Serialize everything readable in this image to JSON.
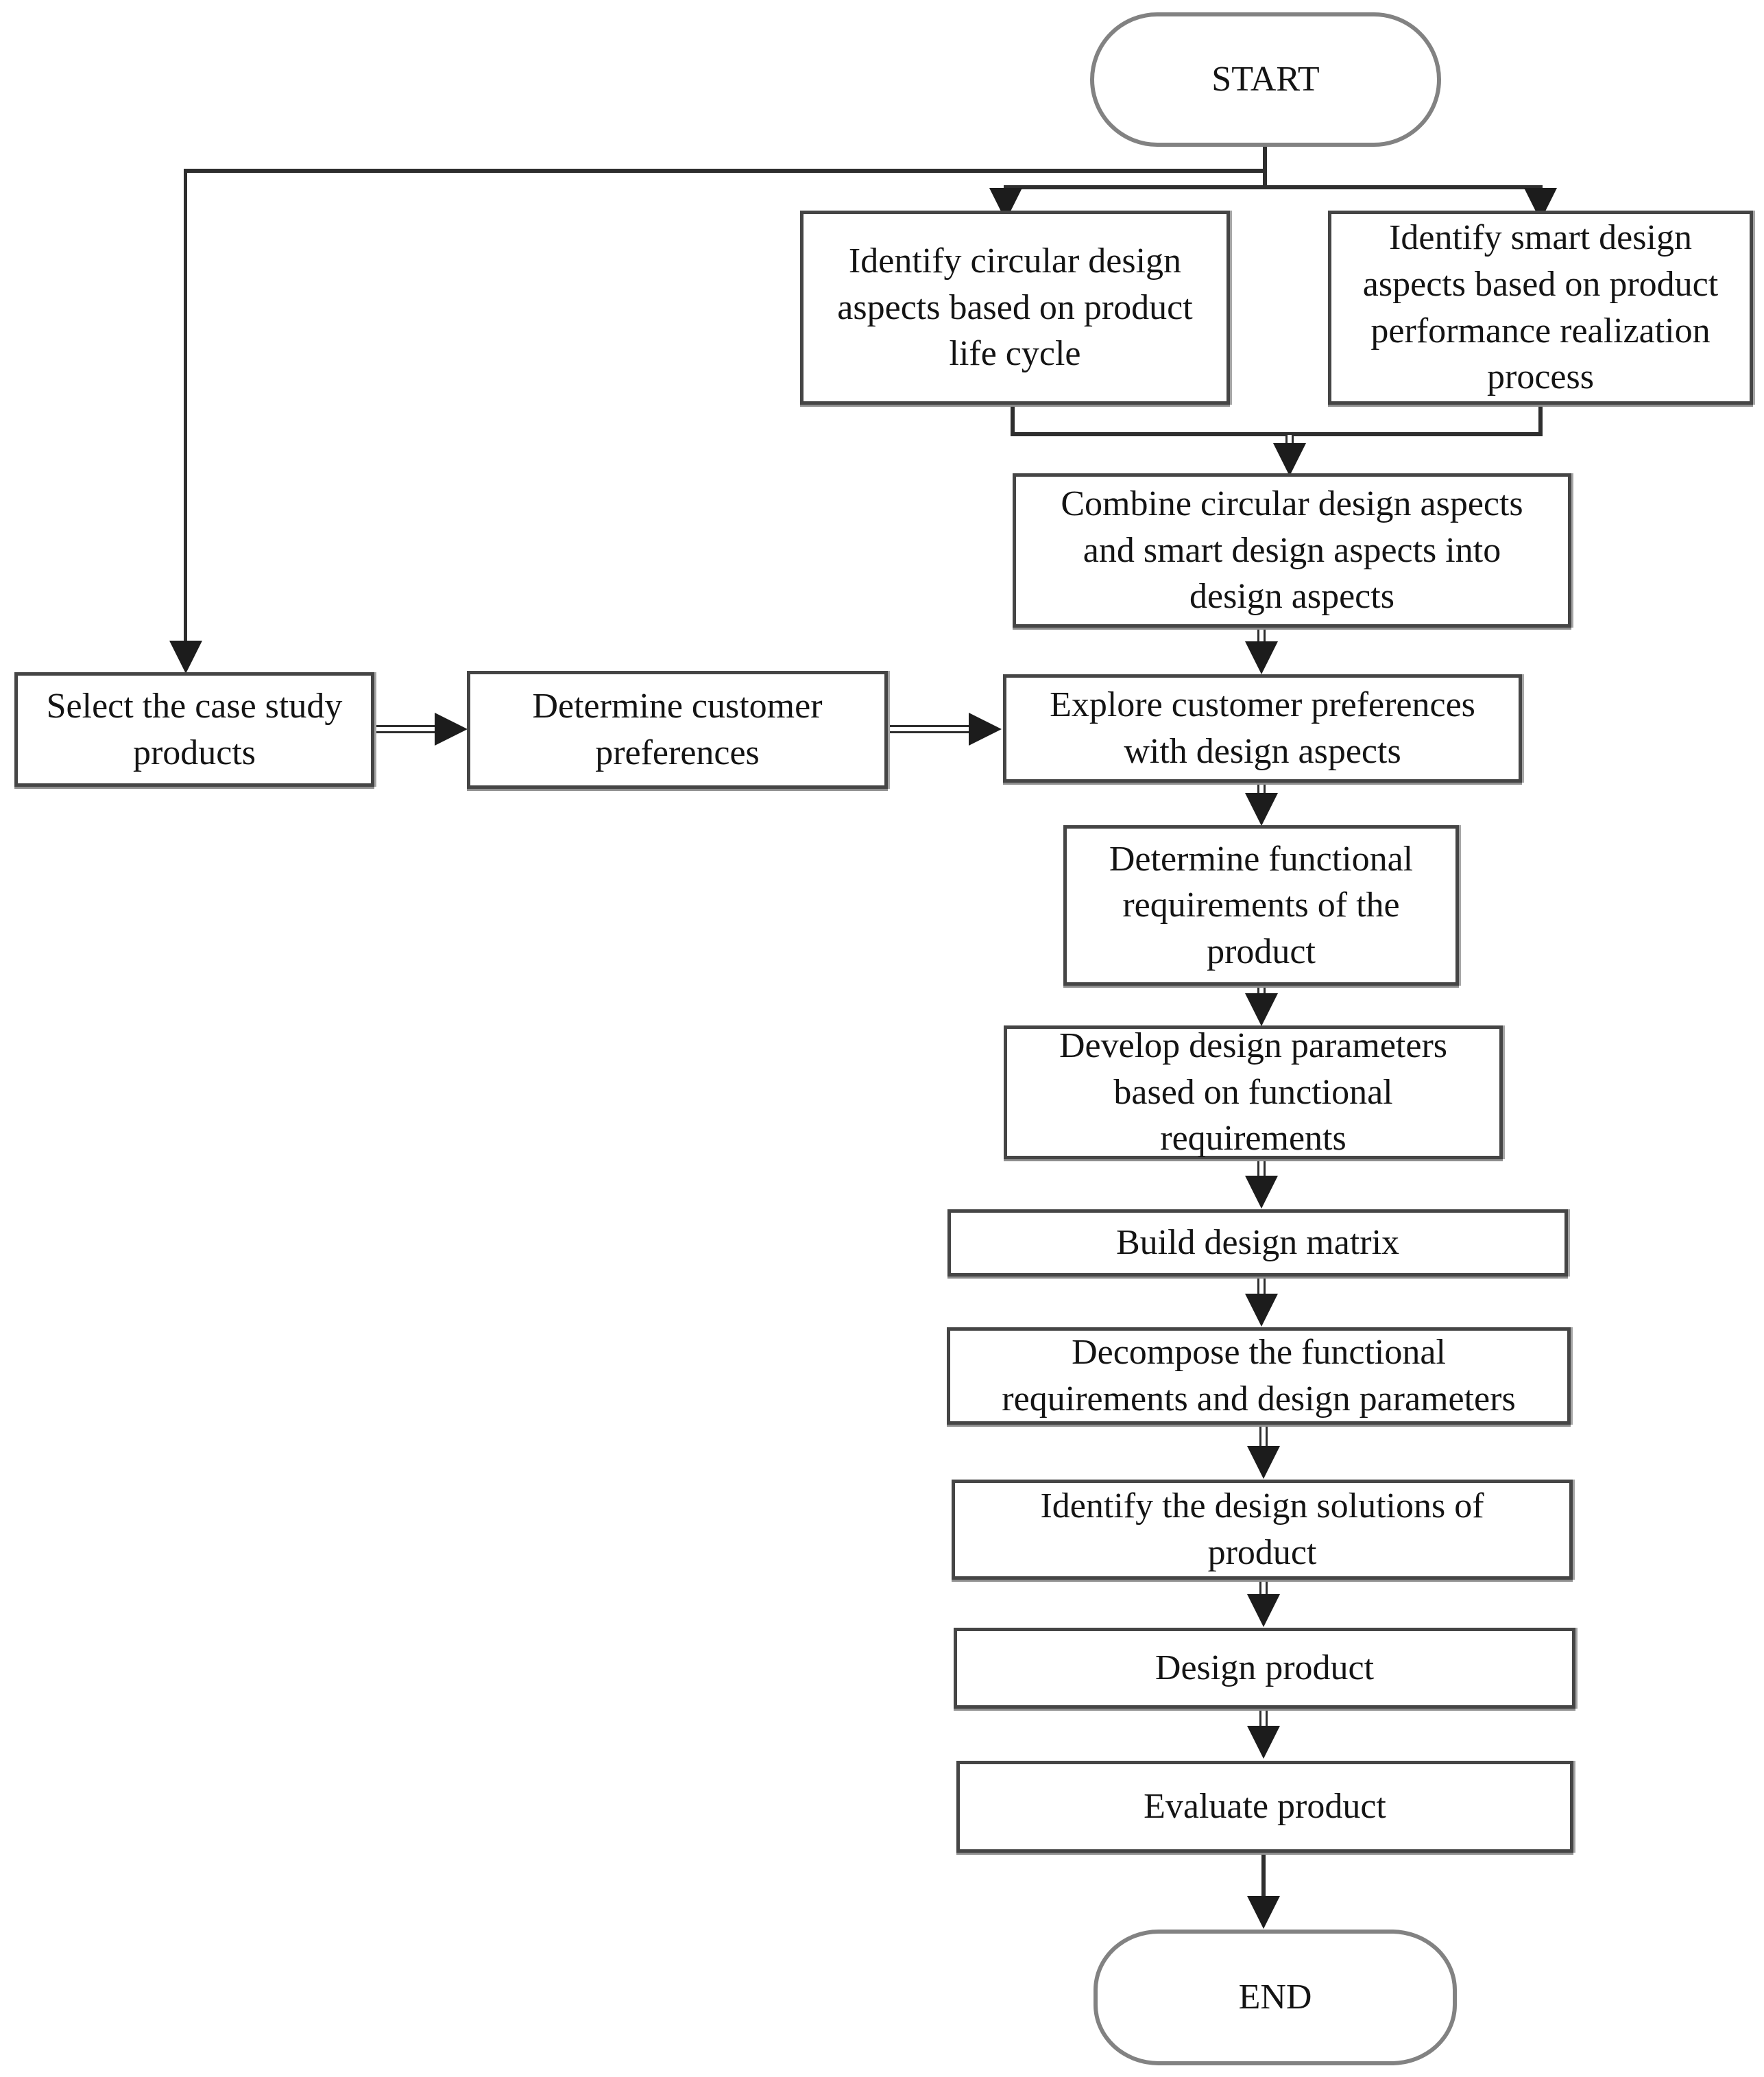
{
  "diagram": {
    "type": "flowchart",
    "background": "#ffffff",
    "colors": {
      "line": "#2e2e2e",
      "arrowhead": "#1c1c1c",
      "process_border": "#454545",
      "terminator_border": "#828282",
      "text": "#141414"
    },
    "nodes": {
      "start": {
        "label": "START",
        "shape": "terminator"
      },
      "identify_circular": {
        "label": "Identify circular design\naspects based on product\nlife cycle",
        "shape": "process"
      },
      "identify_smart": {
        "label": "Identify smart design\naspects based on product\nperformance realization\nprocess",
        "shape": "process"
      },
      "combine": {
        "label": "Combine circular design aspects\nand smart design aspects into\ndesign aspects",
        "shape": "process"
      },
      "select_case": {
        "label": "Select the case study\nproducts",
        "shape": "process"
      },
      "determine_customer": {
        "label": "Determine customer\npreferences",
        "shape": "process"
      },
      "explore": {
        "label": "Explore customer preferences\nwith design aspects",
        "shape": "process"
      },
      "functional_req": {
        "label": "Determine functional\nrequirements of the\nproduct",
        "shape": "process"
      },
      "develop_dp": {
        "label": "Develop design parameters\nbased on functional\nrequirements",
        "shape": "process"
      },
      "build_matrix": {
        "label": "Build design matrix",
        "shape": "process"
      },
      "decompose": {
        "label": "Decompose the functional\nrequirements and design parameters",
        "shape": "process"
      },
      "identify_solutions": {
        "label": "Identify the design solutions of\nproduct",
        "shape": "process"
      },
      "design_product": {
        "label": "Design product",
        "shape": "process"
      },
      "evaluate_product": {
        "label": "Evaluate product",
        "shape": "process"
      },
      "end": {
        "label": "END",
        "shape": "terminator"
      }
    },
    "edges": [
      {
        "from": "start",
        "to": "identify_circular"
      },
      {
        "from": "start",
        "to": "identify_smart"
      },
      {
        "from": "start",
        "to": "select_case"
      },
      {
        "from": "identify_circular",
        "to": "combine"
      },
      {
        "from": "identify_smart",
        "to": "combine"
      },
      {
        "from": "combine",
        "to": "explore"
      },
      {
        "from": "select_case",
        "to": "determine_customer"
      },
      {
        "from": "determine_customer",
        "to": "explore"
      },
      {
        "from": "explore",
        "to": "functional_req"
      },
      {
        "from": "functional_req",
        "to": "develop_dp"
      },
      {
        "from": "develop_dp",
        "to": "build_matrix"
      },
      {
        "from": "build_matrix",
        "to": "decompose"
      },
      {
        "from": "decompose",
        "to": "identify_solutions"
      },
      {
        "from": "identify_solutions",
        "to": "design_product"
      },
      {
        "from": "design_product",
        "to": "evaluate_product"
      },
      {
        "from": "evaluate_product",
        "to": "end"
      }
    ]
  }
}
